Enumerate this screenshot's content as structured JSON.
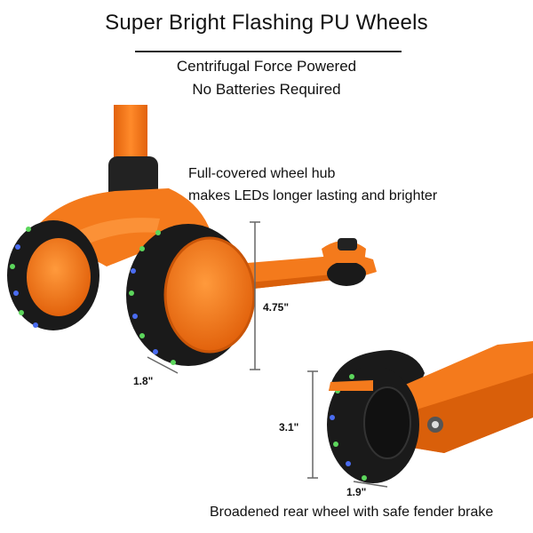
{
  "title": "Super Bright Flashing PU Wheels",
  "subtitle_lines": [
    "Centrifugal Force Powered",
    "No Batteries Required"
  ],
  "hub_note_lines": [
    "Full-covered wheel hub",
    "makes LEDs longer lasting and brighter"
  ],
  "dimensions": {
    "front_height": "4.75\"",
    "front_width": "1.8\"",
    "rear_height": "3.1\"",
    "rear_width": "1.9\""
  },
  "caption": "Broadened rear wheel with safe fender brake",
  "colors": {
    "orange": "#f47a1c",
    "dark_orange": "#d95f0a",
    "tire": "#1a1a1a",
    "led_green": "#5cd65c",
    "led_blue": "#4a6cf0"
  }
}
